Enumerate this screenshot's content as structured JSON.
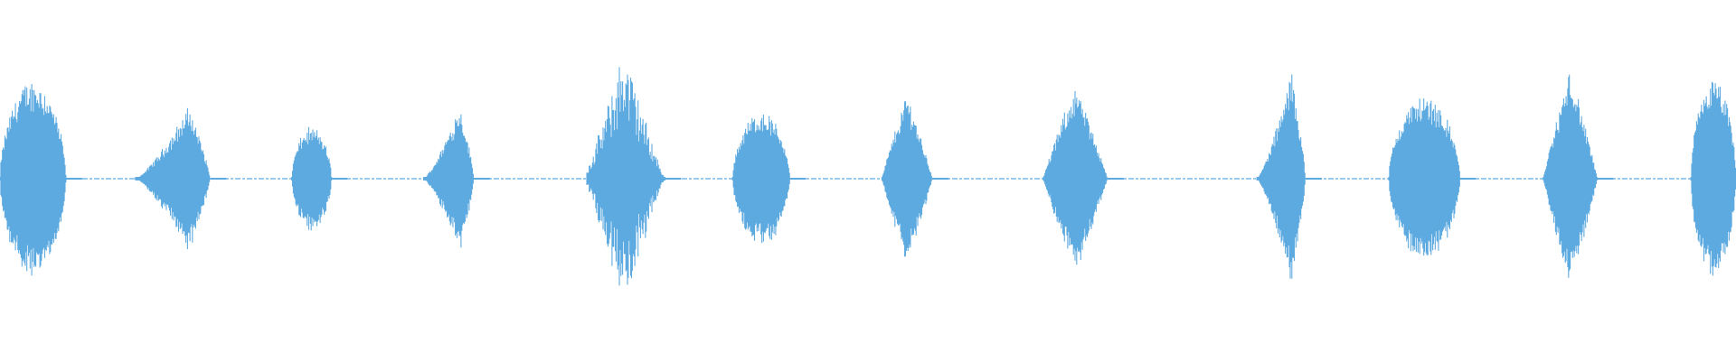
{
  "waveform": {
    "color": "#5DAAE0",
    "baseline_level": 0.01,
    "bursts": [
      {
        "shape": "round",
        "peak": 0.5,
        "start": 0.0,
        "end": 0.038
      },
      {
        "shape": "peak-right",
        "peak": 0.37,
        "start": 0.078,
        "end": 0.121
      },
      {
        "shape": "round",
        "peak": 0.26,
        "start": 0.168,
        "end": 0.191
      },
      {
        "shape": "peak-right",
        "peak": 0.38,
        "start": 0.244,
        "end": 0.273
      },
      {
        "shape": "spiky",
        "peak": 0.62,
        "start": 0.338,
        "end": 0.383
      },
      {
        "shape": "round",
        "peak": 0.34,
        "start": 0.422,
        "end": 0.455
      },
      {
        "shape": "peak-center",
        "peak": 0.44,
        "start": 0.508,
        "end": 0.537
      },
      {
        "shape": "peak-center",
        "peak": 0.48,
        "start": 0.601,
        "end": 0.638
      },
      {
        "shape": "peak-right",
        "peak": 0.55,
        "start": 0.724,
        "end": 0.752
      },
      {
        "shape": "round",
        "peak": 0.42,
        "start": 0.8,
        "end": 0.841
      },
      {
        "shape": "peak-center",
        "peak": 0.56,
        "start": 0.889,
        "end": 0.92
      },
      {
        "shape": "round",
        "peak": 0.5,
        "start": 0.974,
        "end": 1.0
      }
    ]
  }
}
